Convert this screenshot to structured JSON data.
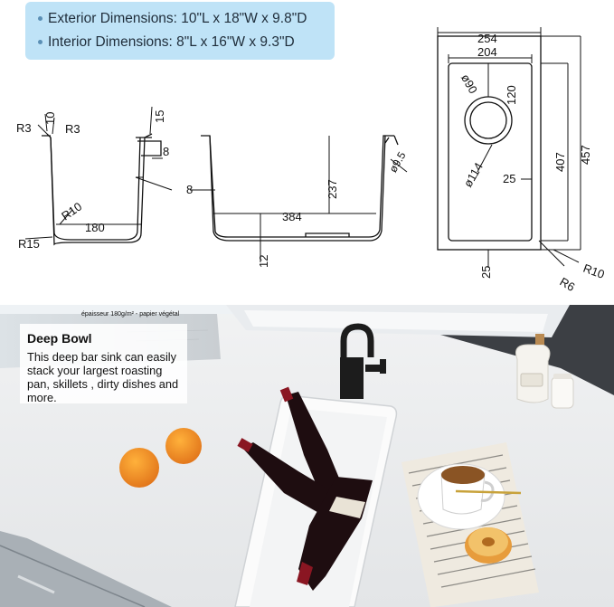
{
  "specs": {
    "exterior": "Exterior Dimensions: 10\"L x 18\"W x 9.8\"D",
    "interior": "Interior Dimensions: 8\"L x 16\"W x 9.3\"D"
  },
  "drawing_labels": {
    "side": {
      "r3_left": "R3",
      "ten": "10",
      "r3_right": "R3",
      "fifteen": "15",
      "eight": "8",
      "r10": "R10",
      "one_eighty": "180",
      "r15": "R15"
    },
    "front": {
      "eight": "8",
      "two_three_seven": "237",
      "three_eight_four": "384",
      "twelve": "12",
      "phi_ninety_five": "ø9.5"
    },
    "top_view": {
      "two_five_four": "254",
      "two_zero_four": "204",
      "phi_ninety": "ø90",
      "one_twenty": "120",
      "four_zero_seven": "407",
      "four_five_seven": "457",
      "phi_one_fourteen": "ø114",
      "twenty_five_right": "25",
      "twenty_five_bottom": "25",
      "r10": "R10",
      "r6": "R6"
    }
  },
  "callout": {
    "title": "Deep Bowl",
    "text": "This deep bar sink can easily stack your largest roasting pan, skillets , dirty dishes and more."
  },
  "photo_print": {
    "label": "épaisseur 180g/m² - papier végétal"
  }
}
